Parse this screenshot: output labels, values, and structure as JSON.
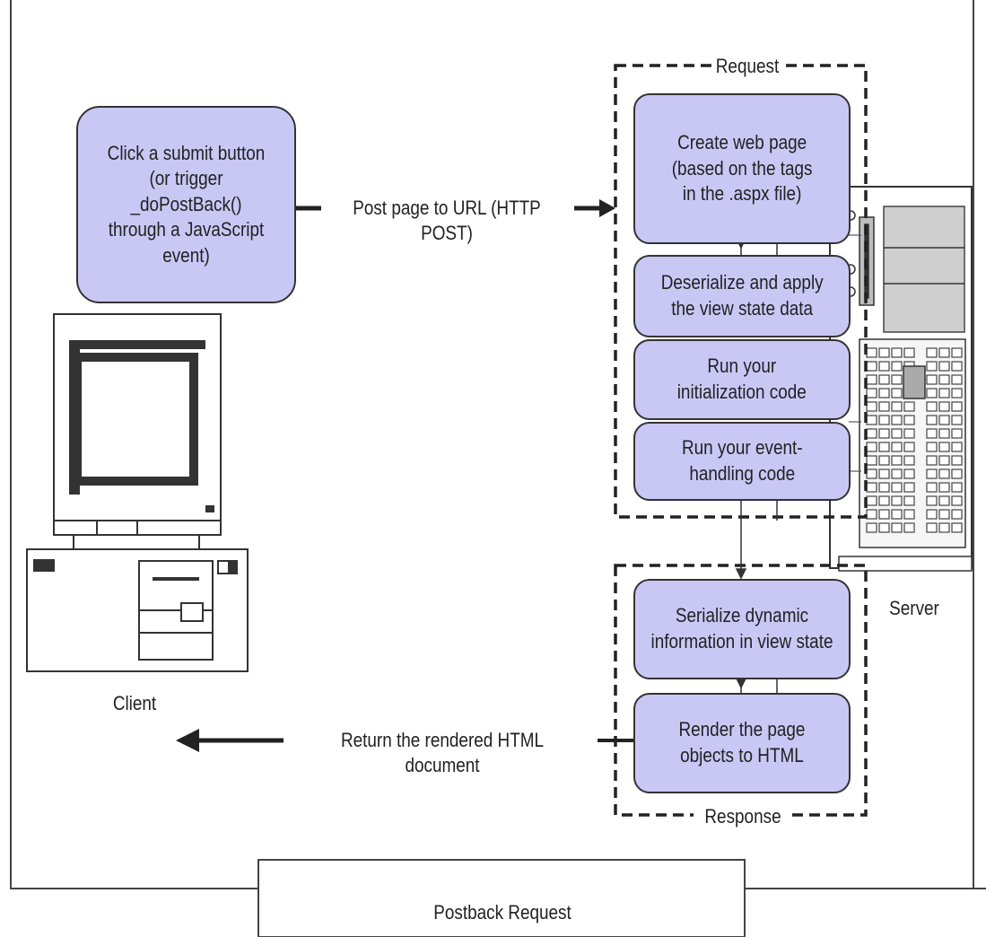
{
  "client_action": "Click a submit button\n(or trigger _doPostBack()\nthrough a JavaScript\nevent)",
  "post_label": "Post page to URL (HTTP POST)",
  "request_label": "Request",
  "response_label": "Response",
  "request_steps": [
    "Create web page\n(based on the tags\nin the .aspx file)",
    "Deserialize and apply\nthe view state data",
    "Run your\ninitialization code",
    "Run your event-\nhandling code"
  ],
  "response_steps": [
    "Serialize dynamic\ninformation in view state",
    "Render the page\nobjects to HTML"
  ],
  "return_label": "Return the rendered HTML document",
  "client_label": "Client",
  "server_label": "Server",
  "caption": "Postback Request",
  "colors": {
    "box_fill": "#c9c8f5",
    "line": "#333333"
  },
  "icons": [
    "client-computer-icon",
    "server-icon"
  ]
}
